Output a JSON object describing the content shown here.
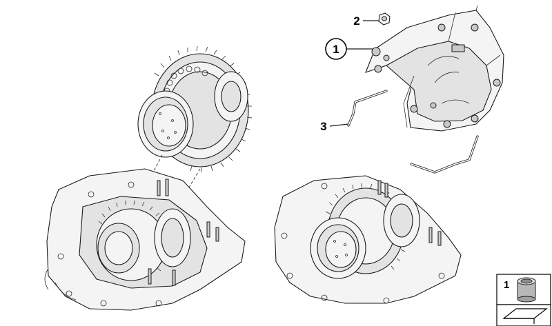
{
  "diagram": {
    "callouts": [
      {
        "id": "callout-1",
        "label": "1"
      },
      {
        "id": "callout-2",
        "label": "2"
      },
      {
        "id": "callout-3",
        "label": "3"
      }
    ],
    "thumbnail": {
      "label": "1"
    },
    "icons": [
      "bushing-icon",
      "arrow-sleeve-icon"
    ]
  }
}
